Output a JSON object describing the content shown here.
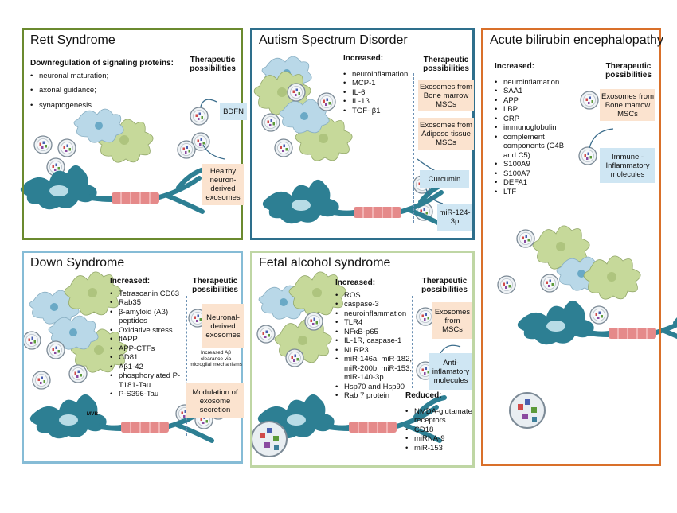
{
  "colors": {
    "rett": "#6b8a2f",
    "autism": "#2e6f8c",
    "bilirubin": "#d9702a",
    "down": "#86bcd6",
    "fetal": "#bfd6a4",
    "neuron": "#2d7f93",
    "myelin": "#e58a8a",
    "glia_green": "#c6d99a",
    "glia_blue": "#b9d8e8",
    "box_pink": "#fbe3cf",
    "box_blue": "#cfe6f3"
  },
  "rett": {
    "title": "Rett Syndrome",
    "heading": "Downregulation of signaling proteins",
    "items": [
      "neuronal maturation;",
      "axonal guidance;",
      "synaptogenesis"
    ],
    "therapeutic": "Therapeutic possibilities",
    "boxes": [
      "BDFN",
      "Healthy neuron-derived exosomes"
    ]
  },
  "autism": {
    "title": "Autism Spectrum Disorder",
    "heading": "Increased:",
    "items": [
      "neuroinflamation",
      "MCP-1",
      "IL-6",
      "IL-1β",
      "TGF- β1"
    ],
    "therapeutic": "Therapeutic possibilities",
    "boxes": [
      "Exosomes from Bone marrow MSCs",
      "Exosomes from Adipose tissue MSCs",
      "Curcumin",
      "miR-124-3p"
    ]
  },
  "bilirubin": {
    "title": "Acute bilirubin encephalopathy",
    "heading": "Increased:",
    "items": [
      "neuroinflamation",
      "SAA1",
      "APP",
      "LBP",
      "CRP",
      "immunoglobulin",
      "complement components (C4B and C5)",
      "S100A9",
      "S100A7",
      "DEFA1",
      "LTF"
    ],
    "therapeutic": "Therapeutic possibilities",
    "boxes": [
      "Exosomes from Bone marrow MSCs",
      "Immune - Inflammatory molecules"
    ]
  },
  "down": {
    "title": "Down Syndrome",
    "heading": "Increased:",
    "items": [
      "Tetrasoanin CD63",
      "Rab35",
      "β-amyloid (Aβ) peptides",
      "Oxidative stress",
      "flAPP",
      "APP-CTFs",
      "CD81",
      "Aβ1-42",
      "phosphorylated P-T181-Tau",
      "P-S396-Tau"
    ],
    "therapeutic": "Therapeutic possibilities",
    "boxes": [
      "Neuronal-derived exosomes",
      "Modulation of exosome secretion"
    ],
    "note": "Increased Aβ clearance via microglial mechanisms",
    "mvb": "MVB"
  },
  "fetal": {
    "title": "Fetal alcohol syndrome",
    "heading": "Increased:",
    "items": [
      "ROS",
      "caspase-3",
      "neuroinflammation",
      "TLR4",
      "NFκB-p65",
      "IL-1R, caspase-1",
      "NLRP3",
      "miR-146a, miR-182, miR-200b, miR-153, miR-140-3p",
      "Hsp70 and Hsp90",
      "Rab 7 protein"
    ],
    "reduced_heading": "Reduced:",
    "reduced_items": [
      "NMDA-glutamate receptors",
      "CD18",
      "miRNA-9",
      "miR-153"
    ],
    "therapeutic": "Therapeutic possibilities",
    "boxes": [
      "Exosomes from MSCs",
      "Anti-inflamatory molecules"
    ]
  }
}
